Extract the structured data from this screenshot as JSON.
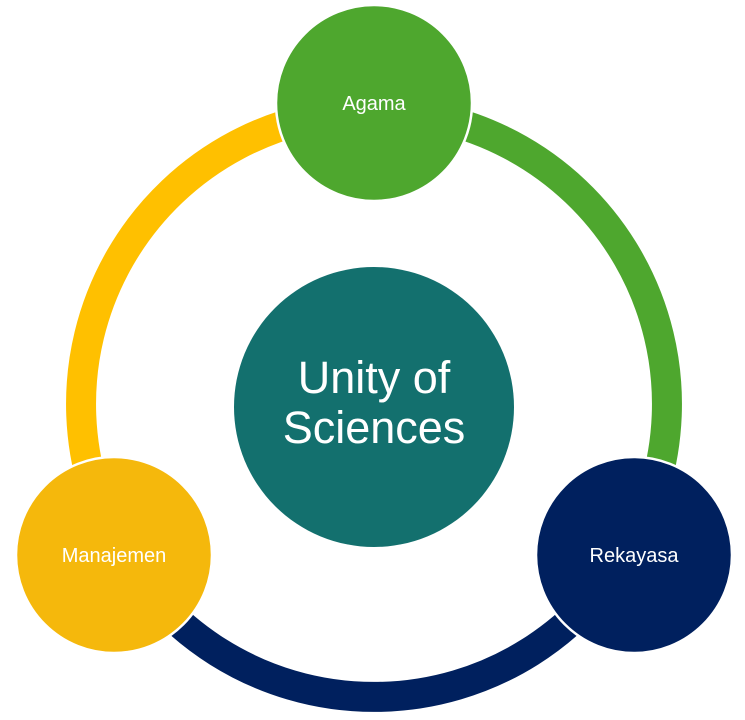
{
  "diagram": {
    "type": "cycle",
    "center": {
      "lines": [
        "Unity of",
        "Sciences"
      ],
      "color": "#13706E"
    },
    "nodes": [
      {
        "id": "agama",
        "label": "Agama",
        "color": "#4EA72E",
        "arc_color": "#4EA72E",
        "position": "top"
      },
      {
        "id": "rekayasa",
        "label": "Rekayasa",
        "color": "#00205E",
        "arc_color": "#00205E",
        "position": "bottom-right"
      },
      {
        "id": "manajemen",
        "label": "Manajemen",
        "color": "#F5B80C",
        "arc_color": "#FFC000",
        "position": "bottom-left"
      }
    ],
    "arcs": [
      {
        "from": "Agama",
        "to": "Rekayasa",
        "direction": "clockwise"
      },
      {
        "from": "Rekayasa",
        "to": "Manajemen",
        "direction": "clockwise"
      },
      {
        "from": "Manajemen",
        "to": "Agama",
        "direction": "clockwise"
      }
    ]
  }
}
